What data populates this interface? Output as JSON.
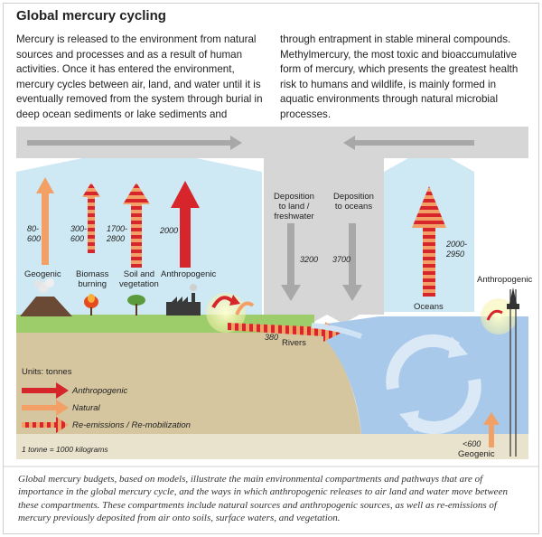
{
  "title": "Global mercury cycling",
  "intro_left": "Mercury is released to the environment from natural sources and processes and as a result of human activities. Once it has entered the environment, mercury cycles between air, land, and water until it is eventually removed from the system through burial in deep ocean sediments or lake sediments and",
  "intro_right": "through entrapment in stable mineral compounds. Methylmercury, the most toxic and bioaccumulative form of mercury, which presents the greatest health risk to humans and wildlife, is mainly formed in aquatic environments through natural microbial processes.",
  "sources": {
    "geogenic": {
      "label": "Geogenic",
      "value": "80-\n600"
    },
    "biomass": {
      "label": "Biomass\nburning",
      "value": "300-\n600"
    },
    "soil": {
      "label": "Soil and\nvegetation",
      "value": "1700-\n2800"
    },
    "anthropogenic": {
      "label": "Anthropogenic",
      "value": "2000"
    }
  },
  "deposition": {
    "land": {
      "label": "Deposition\nto land /\nfreshwater",
      "value": "3200"
    },
    "oceans": {
      "label": "Deposition\nto oceans",
      "value": "3700"
    }
  },
  "ocean": {
    "label": "Oceans",
    "value": "2000-\n2950"
  },
  "offshore": {
    "label": "Anthropogenic"
  },
  "rivers": {
    "label": "Rivers",
    "value": "380"
  },
  "sea_geogenic": {
    "label": "Geogenic",
    "value": "<600"
  },
  "legend": {
    "units": "Units: tonnes",
    "anthropogenic": "Anthropogenic",
    "natural": "Natural",
    "reemissions": "Re-emissions / Re-mobilization",
    "tonne_note": "1 tonne = 1000 kilograms"
  },
  "caption": "Global mercury budgets, based on models, illustrate the main environmental compartments and pathways that are of importance in the global mercury cycle, and the ways in which anthropogenic releases to air land and water move between these compartments. These compartments include natural sources and anthropogenic sources, as well as re-emissions of mercury previously deposited from air onto soils, surface waters, and vegetation.",
  "colors": {
    "sky": "#cfe9f4",
    "band": "#d6d6d6",
    "land_surface": "#9dcc6a",
    "soil": "#d5c6a0",
    "water": "#a9c9ea",
    "anthropogenic": "#d7262b",
    "natural": "#f2a065"
  }
}
